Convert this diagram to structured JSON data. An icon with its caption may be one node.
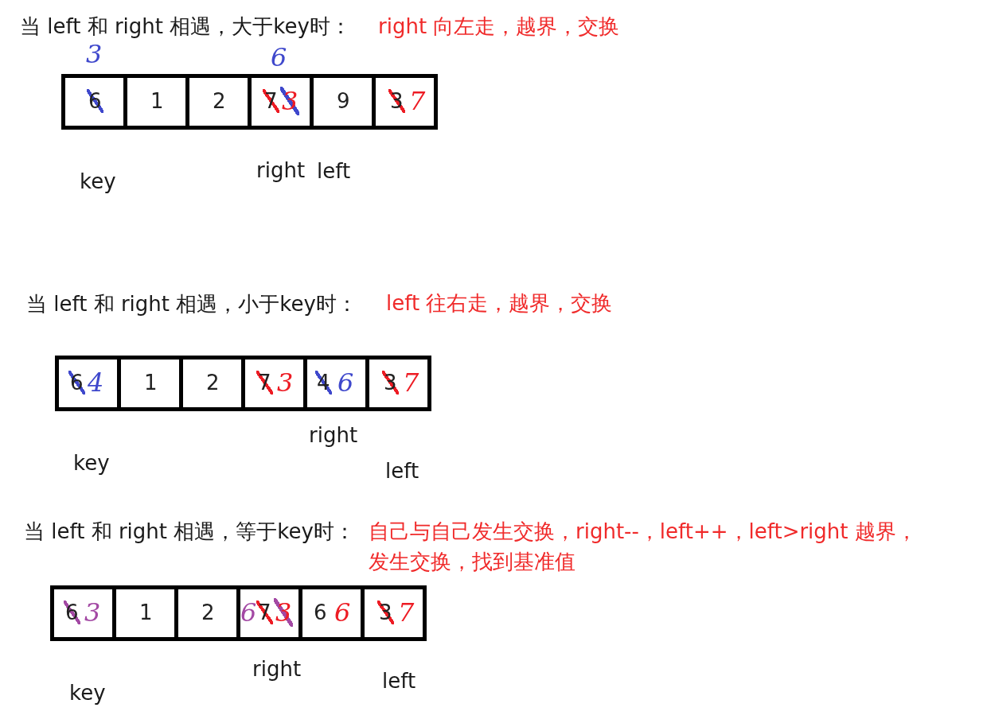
{
  "diagram": {
    "nodes": [
      {
        "text": [
          "6"
        ],
        "beside": [
          "3"
        ]
      },
      {
        "text": [
          "1"
        ]
      },
      {
        "text": [
          "2"
        ]
      },
      {
        "text": [
          "7",
          "3"
        ],
        "beside": [
          "6"
        ]
      },
      {
        "text": [
          "9"
        ]
      },
      {
        "text": [
          "3",
          "7"
        ]
      },
      {
        "text": [
          "6",
          "4"
        ]
      },
      {
        "text": [
          "1"
        ]
      },
      {
        "text": [
          "2"
        ]
      },
      {
        "text": [
          "7",
          "3"
        ]
      },
      {
        "text": [
          "4",
          "6"
        ]
      },
      {
        "text": [
          "3",
          "7"
        ]
      },
      {
        "text": [
          "6",
          "3"
        ]
      },
      {
        "text": [
          "1"
        ]
      },
      {
        "text": [
          "2"
        ]
      },
      {
        "text": [
          "6",
          "7",
          "3"
        ]
      },
      {
        "text": [
          "6",
          "6"
        ]
      },
      {
        "text": [
          "3",
          "7"
        ]
      }
    ],
    "labels": [
      "当 left 和 right 相遇，大于key时：",
      "right 向左走，越界，交换",
      "key",
      "right",
      "left",
      "当 left 和 right 相遇，小于key时：",
      "left 往右走，越界，交换",
      "right",
      "key",
      "left",
      "当 left 和 right 相遇，等于key时：",
      "自己与自己发生交换，right--，left++，left>right 越界，发生交换，找到基准值",
      "key",
      "right",
      "left"
    ]
  }
}
